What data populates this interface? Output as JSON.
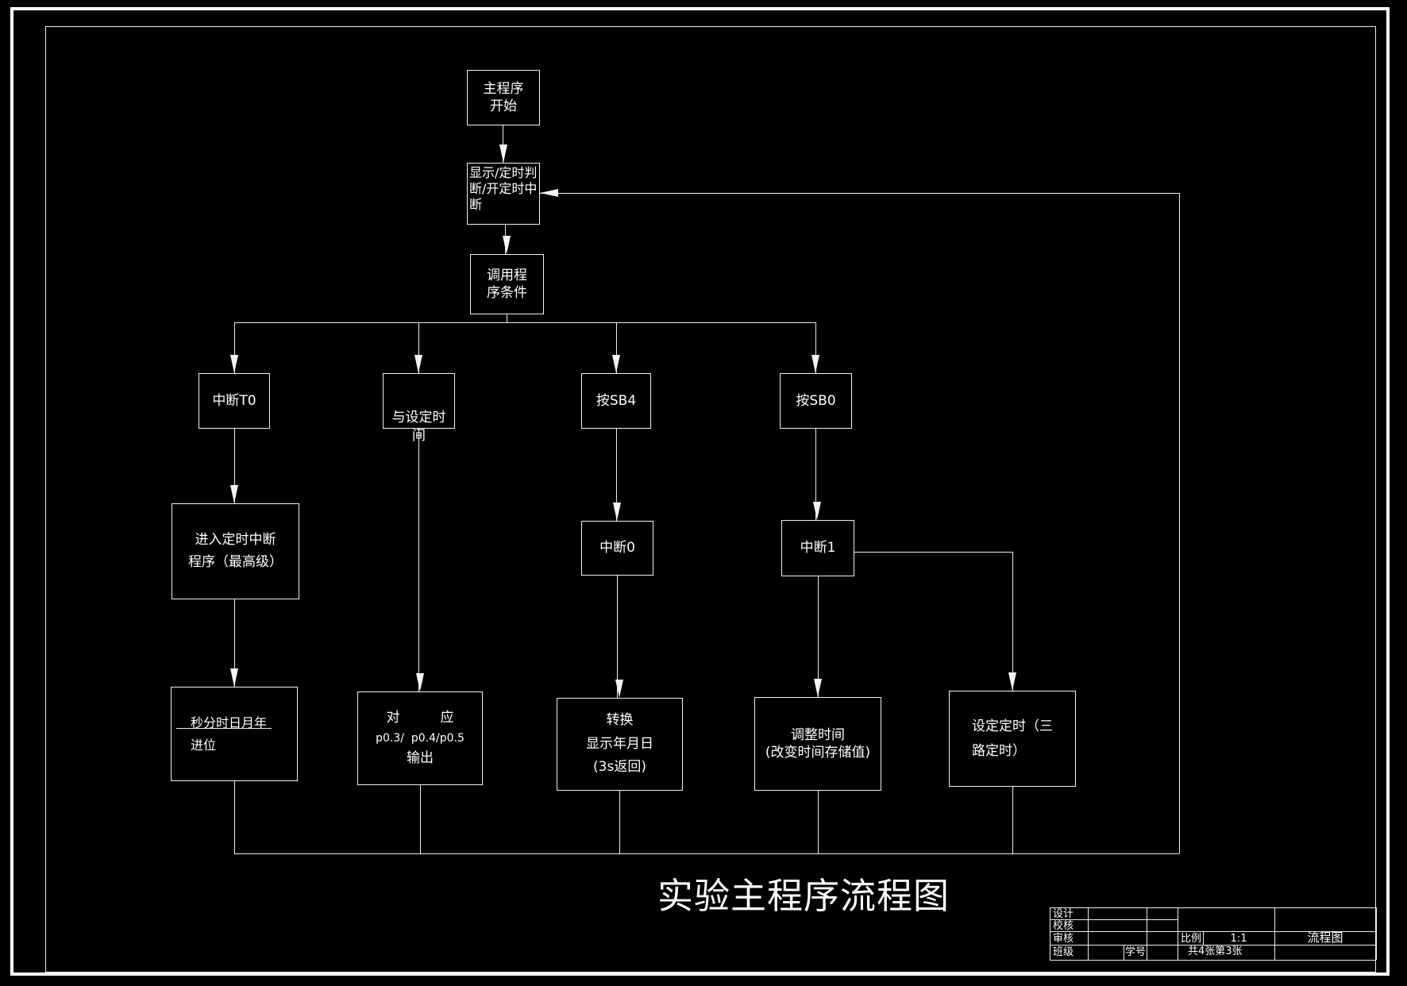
{
  "colors": {
    "background": "#000000",
    "line": "#ededed",
    "text": "#ffffff"
  },
  "diagram": {
    "title": "实验主程序流程图",
    "nodes": {
      "start": "主程序\n开始",
      "display": "显示/定时判\n断/开定时中\n断",
      "call": "调用程\n序条件",
      "int_t0": "中断T0",
      "with_set_time": "与设定时\n间",
      "press_sb4": "按SB4",
      "press_sb0": "按SB0",
      "enter": "进入定时中断\n程序（最高级）",
      "carry": "秒分时日月年\n进位",
      "output_line1": "对　　　应",
      "output_line2": "p0.3/  p0.4/p0.5",
      "output_line3": "输出",
      "int0": "中断0",
      "convert": "转换\n显示年月日\n(3s返回)",
      "int1": "中断1",
      "adjust": "调整时间\n(改变时间存储值)",
      "timer": "设定定时（三\n路定时）"
    }
  },
  "title_block": {
    "design_label": "设计",
    "check_label": "校核",
    "review_label": "审核",
    "class_label": "班级",
    "student_no_label": "学号",
    "scale_label": "比例",
    "scale_value": "1:1",
    "drawing_name": "流程图",
    "sheet_info": "共4张第3张"
  }
}
